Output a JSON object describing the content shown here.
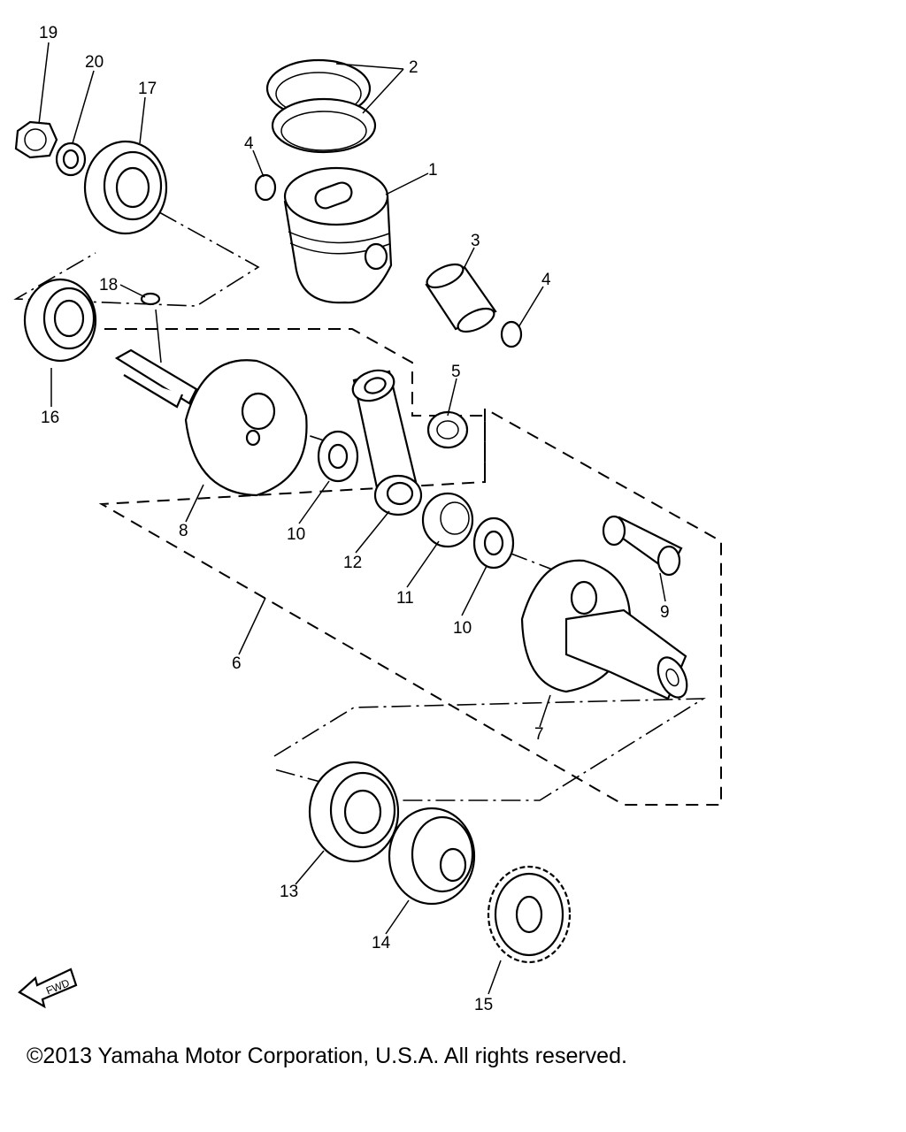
{
  "callouts": [
    {
      "id": "1",
      "text": "1"
    },
    {
      "id": "2",
      "text": "2"
    },
    {
      "id": "3",
      "text": "3"
    },
    {
      "id": "4a",
      "text": "4"
    },
    {
      "id": "4b",
      "text": "4"
    },
    {
      "id": "5",
      "text": "5"
    },
    {
      "id": "6",
      "text": "6"
    },
    {
      "id": "7",
      "text": "7"
    },
    {
      "id": "8",
      "text": "8"
    },
    {
      "id": "9",
      "text": "9"
    },
    {
      "id": "10a",
      "text": "10"
    },
    {
      "id": "10b",
      "text": "10"
    },
    {
      "id": "11",
      "text": "11"
    },
    {
      "id": "12",
      "text": "12"
    },
    {
      "id": "13",
      "text": "13"
    },
    {
      "id": "14",
      "text": "14"
    },
    {
      "id": "15",
      "text": "15"
    },
    {
      "id": "16",
      "text": "16"
    },
    {
      "id": "17",
      "text": "17"
    },
    {
      "id": "18",
      "text": "18"
    },
    {
      "id": "19",
      "text": "19"
    },
    {
      "id": "20",
      "text": "20"
    }
  ],
  "fwd_label": "FWD",
  "copyright": "©2013 Yamaha Motor Corporation, U.S.A. All rights reserved."
}
